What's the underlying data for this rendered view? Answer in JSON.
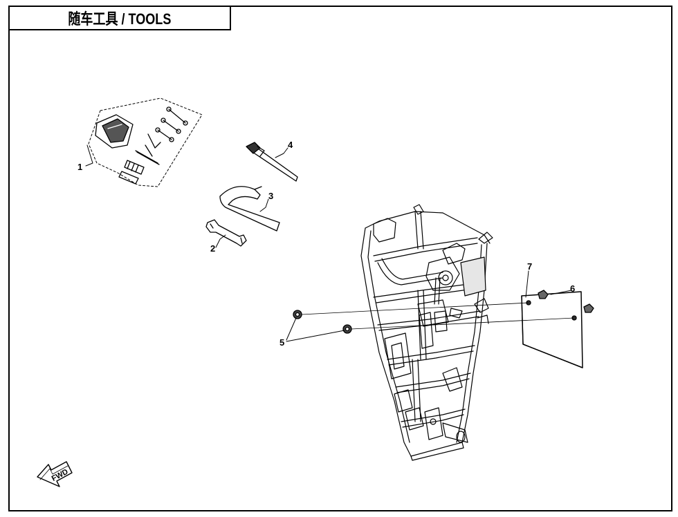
{
  "title": "随车工具 / TOOLS",
  "callouts": [
    {
      "id": "1",
      "label": "1"
    },
    {
      "id": "2",
      "label": "2"
    },
    {
      "id": "3",
      "label": "3"
    },
    {
      "id": "4",
      "label": "4"
    },
    {
      "id": "5",
      "label": "5"
    },
    {
      "id": "6",
      "label": "6"
    },
    {
      "id": "7",
      "label": "7"
    }
  ],
  "direction_marker": {
    "label": "FWD",
    "icon": "forward-arrow-icon"
  }
}
